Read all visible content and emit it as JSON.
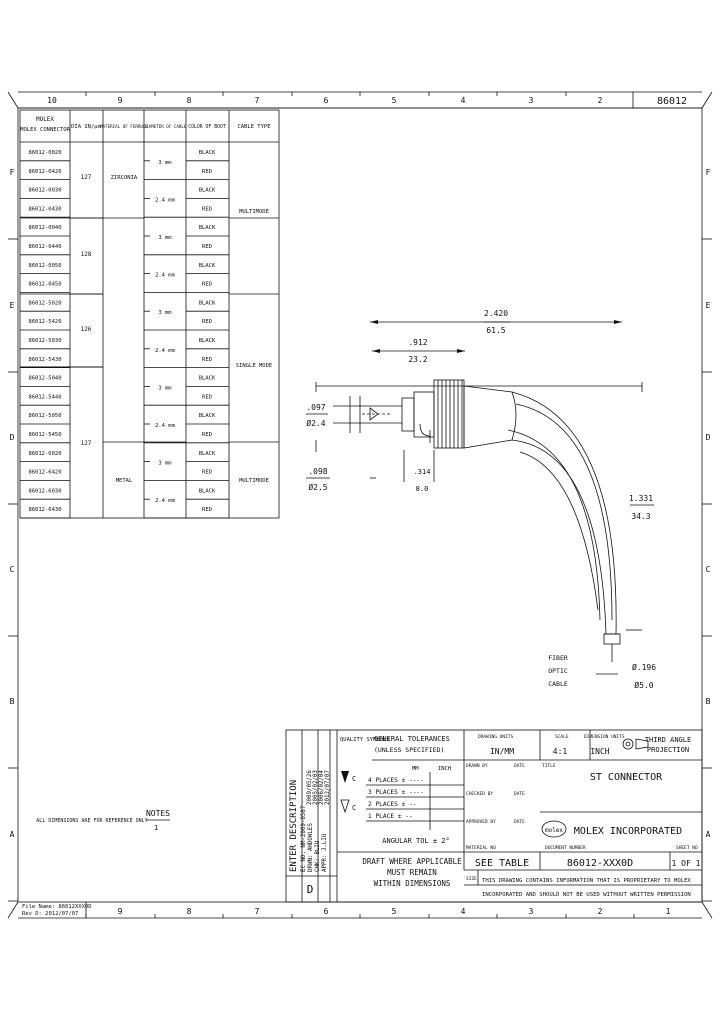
{
  "drawing_number": "86012",
  "zones_top": [
    "10",
    "9",
    "8",
    "7",
    "6",
    "5",
    "4",
    "3",
    "2"
  ],
  "zones_bottom": [
    "9",
    "8",
    "7",
    "6",
    "5",
    "4",
    "3",
    "2",
    "1"
  ],
  "zones_left": [
    "F",
    "E",
    "D",
    "C",
    "B",
    "A"
  ],
  "table": {
    "headers": [
      "MOLEX CONNECTOR",
      "DIA IN/µm",
      "MATERIAL OF FERRULE",
      "DIAMETER OF CABLE",
      "COLOR OF BOOT",
      "CABLE TYPE"
    ],
    "part_numbers": [
      "86012-0020",
      "86012-0420",
      "86012-0030",
      "86012-0430",
      "86012-0040",
      "86012-0440",
      "86012-0050",
      "86012-0450",
      "86012-5020",
      "86012-5420",
      "86012-5030",
      "86012-5430",
      "86012-5040",
      "86012-5440",
      "86012-5050",
      "86012-5450",
      "86012-6020",
      "86012-6420",
      "86012-6030",
      "86012-6430"
    ],
    "boot_colors": [
      "BLACK",
      "RED",
      "BLACK",
      "RED",
      "BLACK",
      "RED",
      "BLACK",
      "RED",
      "BLACK",
      "RED",
      "BLACK",
      "RED",
      "BLACK",
      "RED",
      "BLACK",
      "RED",
      "BLACK",
      "RED",
      "BLACK",
      "RED"
    ],
    "diameters": [
      "3 mm",
      "2.4 mm",
      "3 mm",
      "2.4 mm",
      "3 mm",
      "2.4 mm",
      "3 mm",
      "2.4 mm",
      "3 mm",
      "2.4 mm"
    ],
    "dia_in": [
      "127",
      "128",
      "126",
      "127"
    ],
    "ferrule_materials": [
      "ZIRCONIA",
      "",
      "METAL"
    ],
    "cable_types": [
      "MULTIMODE",
      "SINGLE MODE",
      "MULTIMODE"
    ]
  },
  "dims": {
    "overall_in": "2.420",
    "overall_mm": "61.5",
    "body_in": ".912",
    "body_mm": "23.2",
    "ferrule_in": ".097",
    "ferrule_mm": "Ø2.4",
    "tip_in": ".098",
    "tip_mm": "Ø2.5",
    "nut_in": ".314",
    "nut_mm": "8.0",
    "bend_in": "1.331",
    "bend_mm": "34.3",
    "cable_in": "Ø.196",
    "cable_mm": "Ø5.0",
    "fiber_label": "FIBER OPTIC CABLE"
  },
  "title_block": {
    "quality_symbols": "QUALITY SYMBOLS",
    "general_tolerances": "GENERAL TOLERANCES (UNLESS SPECIFIED)",
    "tol_header_mm": "MM",
    "tol_header_in": "INCH",
    "tol_rows": [
      "4 PLACES ± ----",
      "3 PLACES ± ----",
      "2 PLACES ± --",
      "1 PLACE ± --"
    ],
    "angular_tol": "ANGULAR TOL ± 2°",
    "dimension_units_label": "DIMENSION UNITS",
    "dimension_units": "INCH",
    "scale_label": "SCALE",
    "scale": "4:1",
    "drawing_units_label": "DRAWING UNITS",
    "drawing_units": "IN/MM",
    "drawn_by": "DRAWN BY",
    "checked_by": "CHECKED BY",
    "approved_by": "APPROVED BY",
    "date": "DATE",
    "title_label": "TITLE",
    "title": "ST CONNECTOR",
    "projection": "THIRD ANGLE PROJECTION",
    "company": "MOLEX INCORPORATED",
    "logo_text": "molex",
    "material_no_label": "MATERIAL NO",
    "material_no": "SEE TABLE",
    "document_number_label": "DOCUMENT NUMBER",
    "document_number": "86012-XXX0D",
    "sheet_label": "SHEET NO",
    "sheet": "1 OF 1",
    "draft_wherever": "DRAFT WHERE APPLICABLE MUST REMAIN WITHIN DIMENSIONS",
    "proprietary": "THIS DRAWING CONTAINS INFORMATION THAT IS PROPRIETARY TO MOLEX INCORPORATED AND SHOULD NOT BE USED WITHOUT WRITTEN PERMISSION",
    "revision": "D",
    "revision_block": [
      "ENTER DESCRIPTION",
      "EC NO: NM-2009-0587",
      "DRWN: AHDOWLES",
      "CHK: BLIU",
      "APPR: J.LIU"
    ],
    "revision_dates": [
      "2009/05/26",
      "2005/02/03",
      "2006/02/04",
      "2012/07/07"
    ]
  },
  "notes_label": "NOTES",
  "notes_text": "ALL DIMENSIONS ARE FOR REFERENCE ONLY",
  "footer": [
    "File Name: 86012XXX0D",
    "Rev D: 2012/07/07"
  ]
}
